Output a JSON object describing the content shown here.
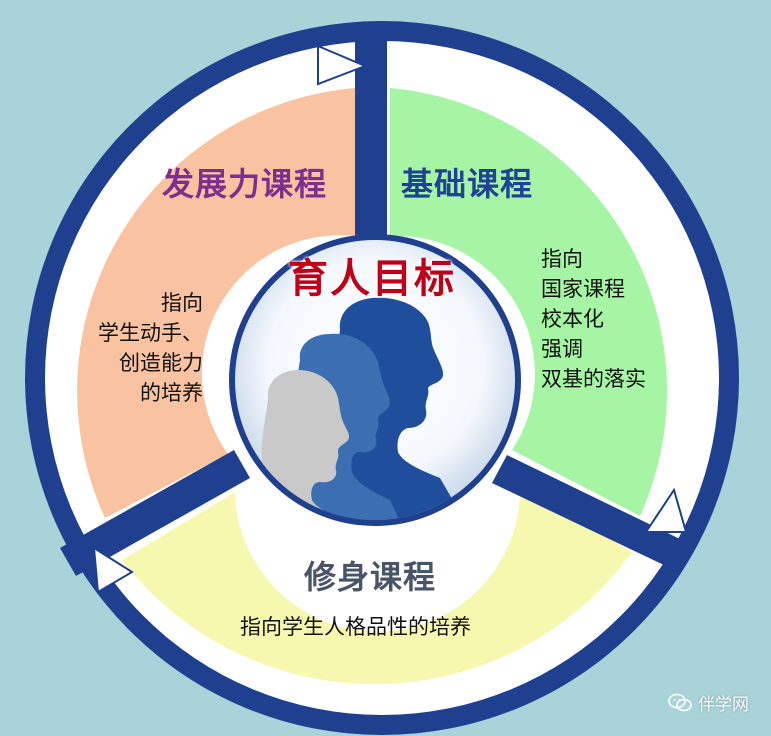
{
  "center": {
    "title": "育人目标"
  },
  "segments": {
    "development": {
      "title": "发展力课程",
      "desc": [
        "指向",
        "学生动手、",
        "创造能力",
        "的培养"
      ],
      "color": "#f9c3a1",
      "title_color": "#7d2f8f"
    },
    "foundation": {
      "title": "基础课程",
      "desc": [
        "指向",
        "国家课程",
        "校本化",
        "强调",
        "双基的落实"
      ],
      "color": "#a5f5a5",
      "title_color": "#1e4296"
    },
    "cultivation": {
      "title": "修身课程",
      "desc": [
        "指向学生人格品性的培养"
      ],
      "color": "#f6f8b0",
      "title_color": "#4a5468"
    }
  },
  "colors": {
    "ring": "#1f3f8f",
    "background": "#a9d3d8"
  },
  "watermark": {
    "icon": "wechat-icon",
    "text": "伴学网"
  }
}
